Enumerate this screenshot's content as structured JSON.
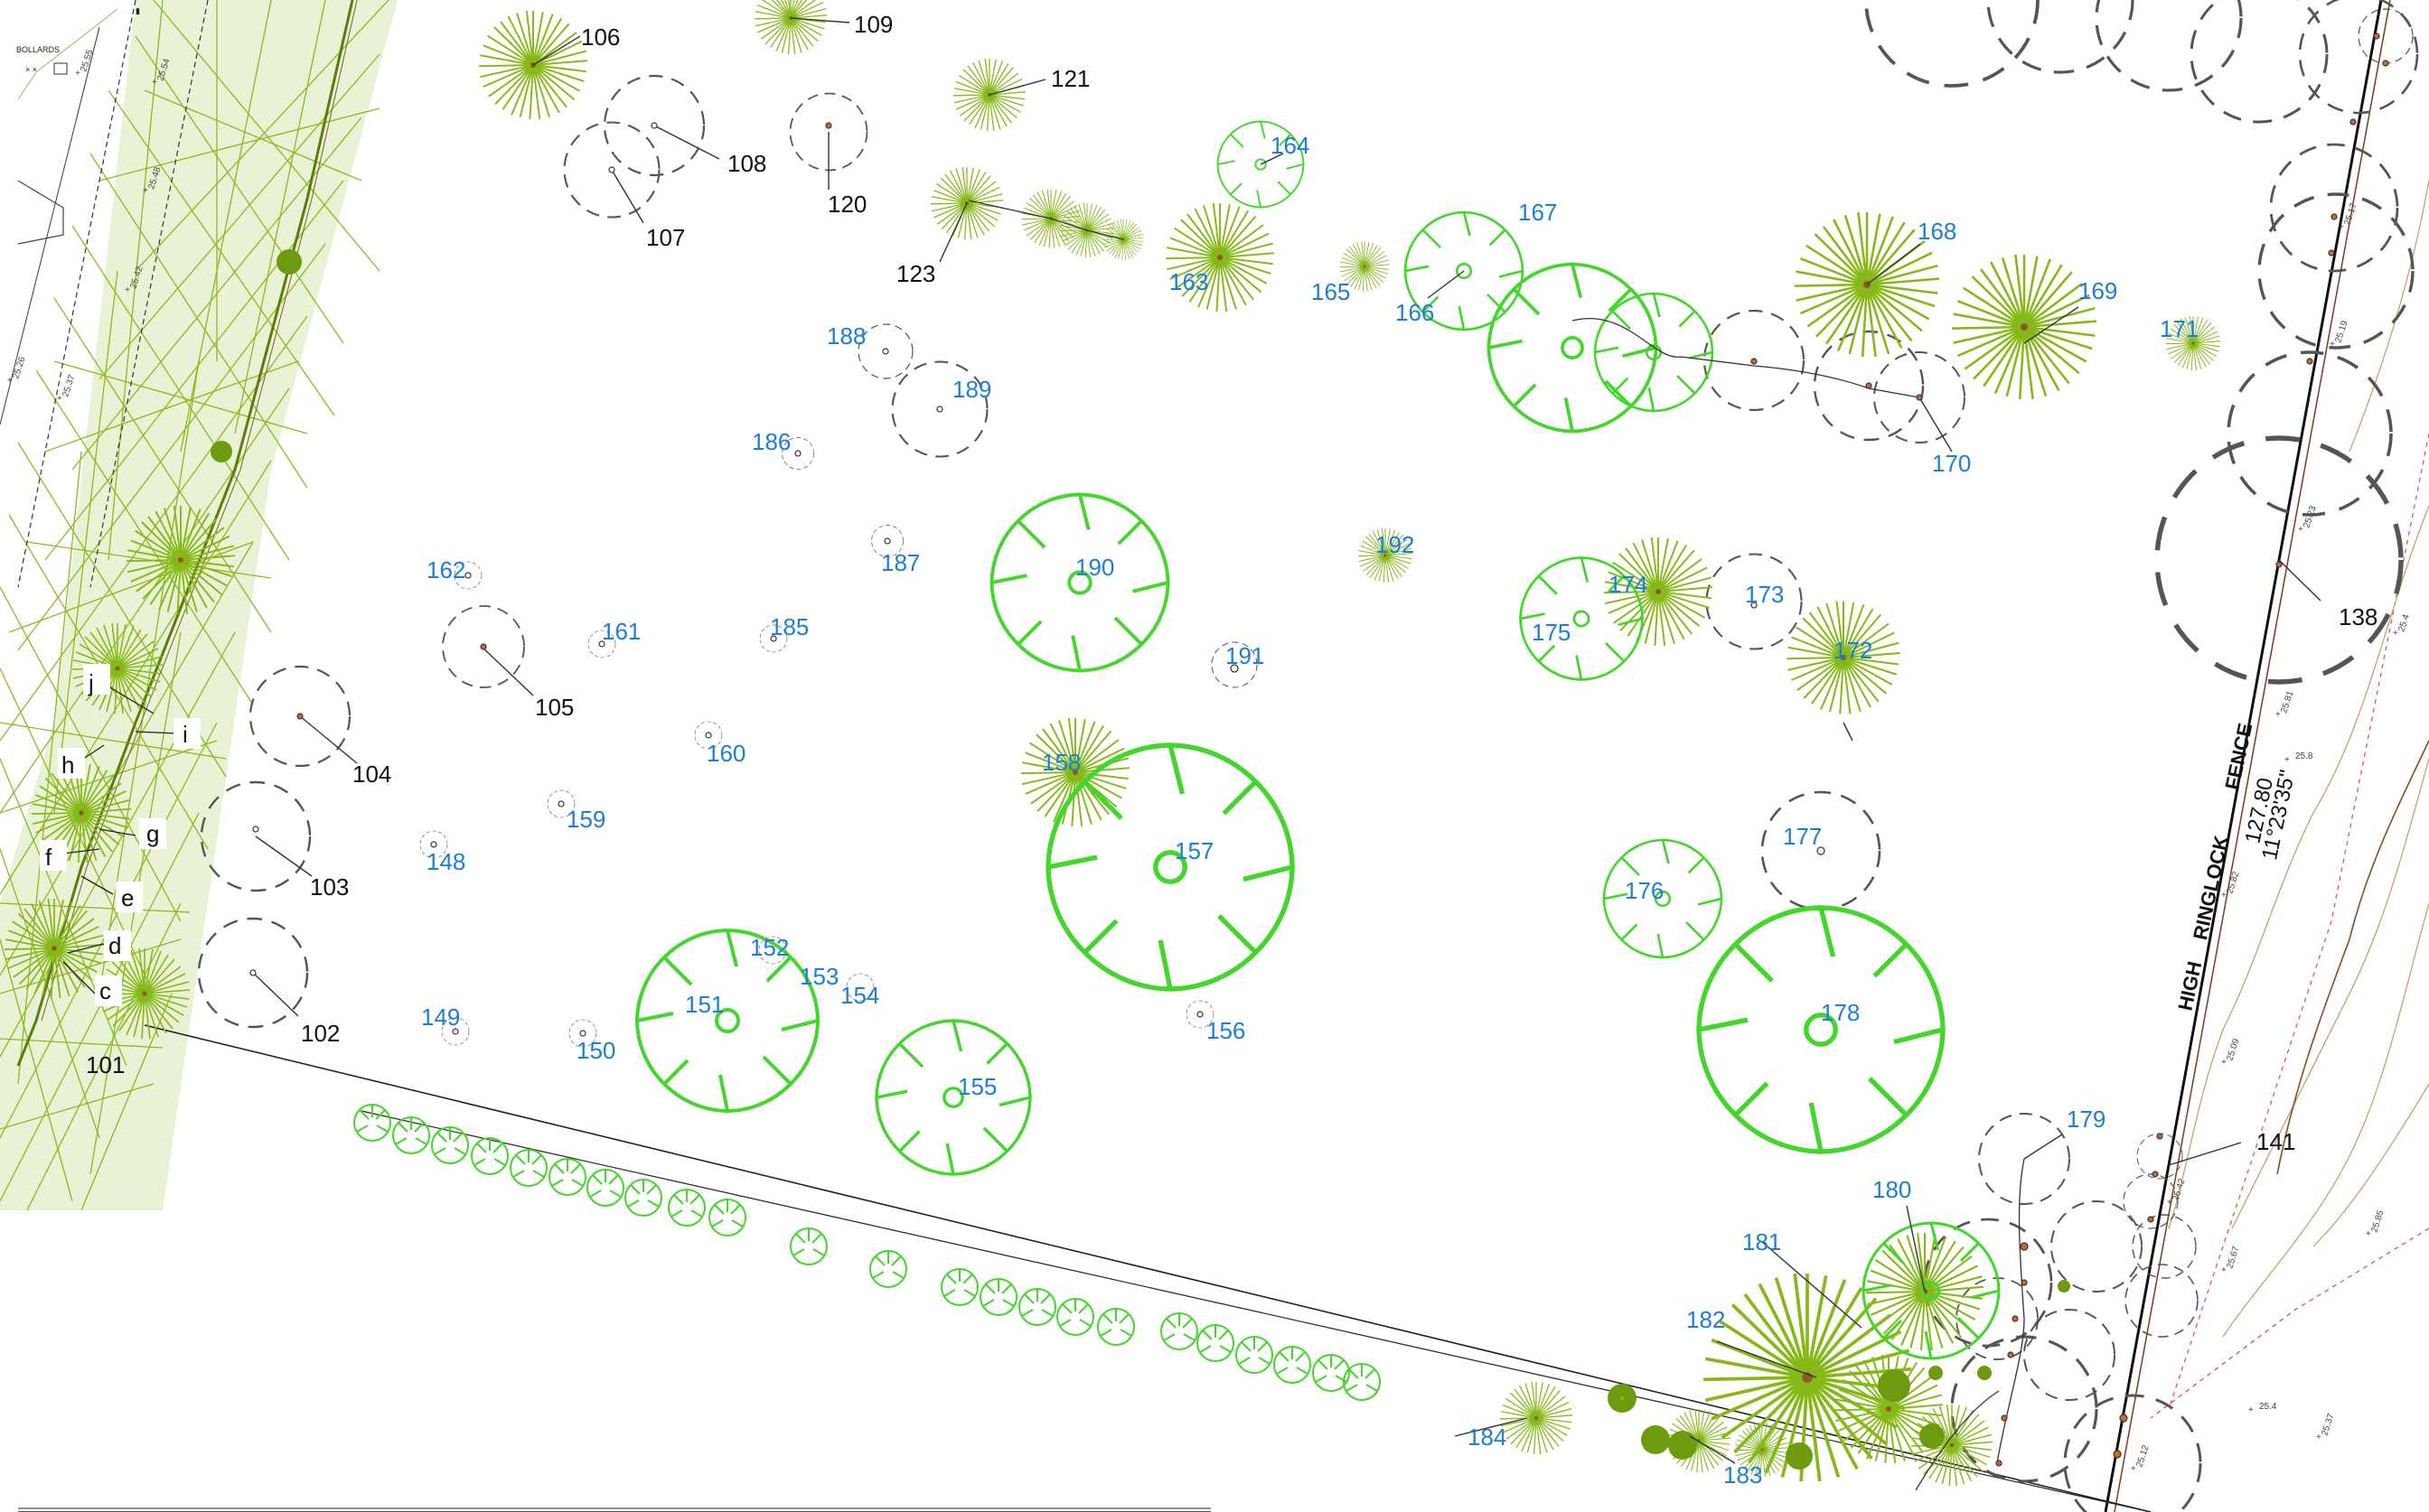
{
  "colors": {
    "background": "#ffffff",
    "existing_canopy": "#86b817",
    "existing_canopy_dark": "#6e9a10",
    "proposed_tree": "#44d62c",
    "removed_tree_dashed": "#555555",
    "label_black": "#111111",
    "label_blue": "#1c7ed6",
    "boundary": "#111111",
    "contour": "#c9a06a",
    "red_dash": "#e8505b"
  },
  "icons": {
    "existing_tree": "conifer-starburst-icon",
    "proposed_tree": "scalloped-circle-tree-icon",
    "dashed_tree": "dashed-circle-icon"
  },
  "fence": {
    "line1": "HIGH",
    "line2": "RINGLOCK",
    "line3": "FENCE",
    "bearing_distance": "127.80",
    "bearing_angle": "11°23'35\""
  },
  "corner_note": "BOLLARDS",
  "letters": [
    "j",
    "i",
    "h",
    "g",
    "f",
    "e",
    "d",
    "c"
  ],
  "labels": {
    "t101": "101",
    "t102": "102",
    "t103": "103",
    "t104": "104",
    "t105": "105",
    "t106": "106",
    "t107": "107",
    "t108": "108",
    "t109": "109",
    "t120": "120",
    "t121": "121",
    "t123": "123",
    "t138": "138",
    "t141": "141",
    "t148": "148",
    "t149": "149",
    "t150": "150",
    "t151": "151",
    "t152": "152",
    "t153": "153",
    "t154": "154",
    "t155": "155",
    "t156": "156",
    "t157": "157",
    "t158": "158",
    "t159": "159",
    "t160": "160",
    "t161": "161",
    "t162": "162",
    "t163": "163",
    "t164": "164",
    "t165": "165",
    "t166": "166",
    "t167": "167",
    "t168": "168",
    "t169": "169",
    "t170": "170",
    "t171": "171",
    "t172": "172",
    "t173": "173",
    "t174": "174",
    "t175": "175",
    "t176": "176",
    "t177": "177",
    "t178": "178",
    "t179": "179",
    "t180": "180",
    "t181": "181",
    "t182": "182",
    "t183": "183",
    "t184": "184",
    "t185": "185",
    "t186": "186",
    "t187": "187",
    "t188": "188",
    "t189": "189",
    "t190": "190",
    "t191": "191",
    "t192": "192"
  },
  "spot_levels": [
    "25.55",
    "25.54",
    "25.48",
    "25.42",
    "25.26",
    "25.37",
    "25.17",
    "25.19",
    "25.23",
    "25.81",
    "25.82",
    "25.09",
    "25.85",
    "25.67",
    "25.12",
    "25.37",
    "25.42",
    "25.4",
    "25.8",
    "25.4"
  ]
}
